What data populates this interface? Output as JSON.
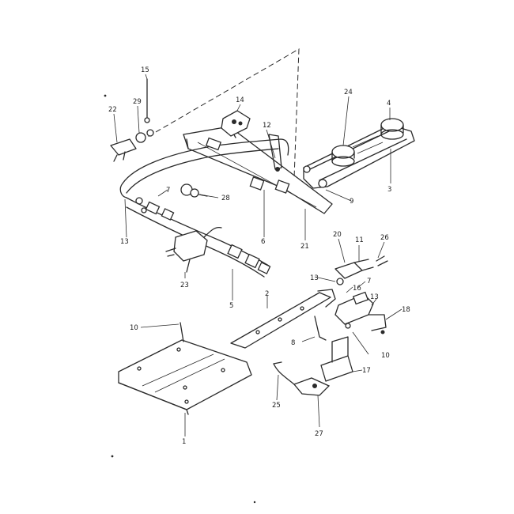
{
  "callouts": [
    {
      "key": "p1",
      "text": "1"
    },
    {
      "key": "p2",
      "text": "2"
    },
    {
      "key": "p3",
      "text": "3"
    },
    {
      "key": "p4",
      "text": "4"
    },
    {
      "key": "p5",
      "text": "5"
    },
    {
      "key": "p6",
      "text": "6"
    },
    {
      "key": "p7a",
      "text": "7"
    },
    {
      "key": "p7b",
      "text": "7"
    },
    {
      "key": "p8",
      "text": "8"
    },
    {
      "key": "p9",
      "text": "9"
    },
    {
      "key": "p10a",
      "text": "10"
    },
    {
      "key": "p10b",
      "text": "10"
    },
    {
      "key": "p11a",
      "text": "11"
    },
    {
      "key": "p12",
      "text": "12"
    },
    {
      "key": "p13a",
      "text": "13"
    },
    {
      "key": "p13b",
      "text": "13"
    },
    {
      "key": "p13c",
      "text": "13"
    },
    {
      "key": "p14",
      "text": "14"
    },
    {
      "key": "p15",
      "text": "15"
    },
    {
      "key": "p16",
      "text": "16"
    },
    {
      "key": "p17",
      "text": "17"
    },
    {
      "key": "p18",
      "text": "18"
    },
    {
      "key": "p20",
      "text": "20"
    },
    {
      "key": "p21",
      "text": "21"
    },
    {
      "key": "p22",
      "text": "22"
    },
    {
      "key": "p23",
      "text": "23"
    },
    {
      "key": "p24",
      "text": "24"
    },
    {
      "key": "p25",
      "text": "25"
    },
    {
      "key": "p26",
      "text": "26"
    },
    {
      "key": "p27",
      "text": "27"
    },
    {
      "key": "p28",
      "text": "28"
    },
    {
      "key": "p29",
      "text": "29"
    }
  ]
}
